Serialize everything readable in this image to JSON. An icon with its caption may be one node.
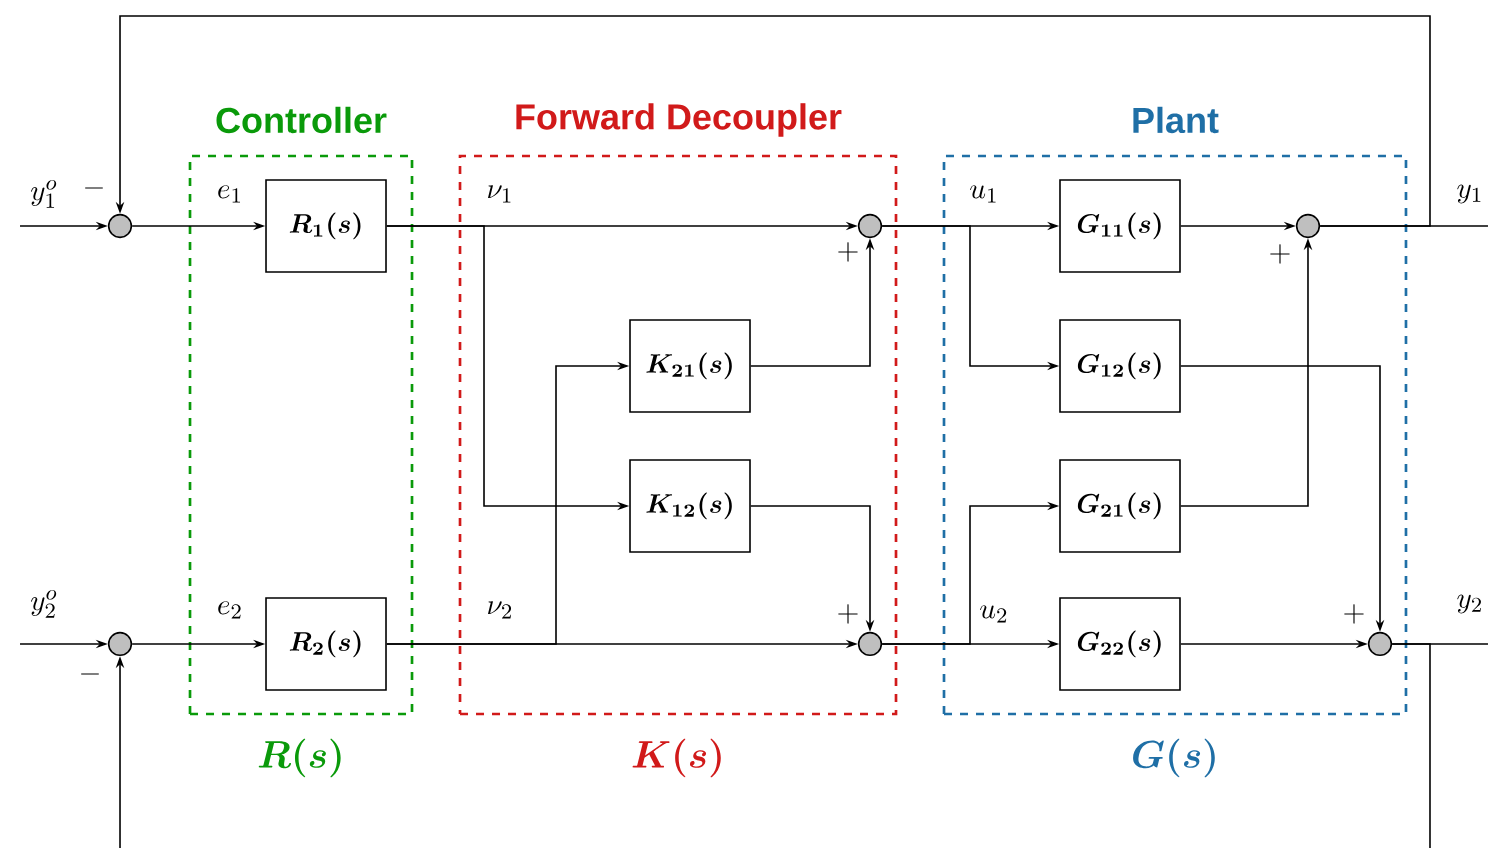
{
  "diagram": {
    "nodes": [
      {
        "text": [
          "Controller",
          "R(s)"
        ]
      },
      {
        "text": [
          "Forward Decoupler",
          "K(s)"
        ]
      },
      {
        "text": [
          "Plant",
          "G(s)"
        ]
      },
      {
        "text": [],
        "shape": "circle",
        "beside": [
          "-"
        ]
      },
      {
        "text": [],
        "shape": "circle",
        "beside": [
          "-"
        ]
      },
      {
        "text": [
          "R_1(s)"
        ],
        "in": 0
      },
      {
        "text": [
          "R_2(s)"
        ],
        "in": 0
      },
      {
        "text": [
          "K_{21}(s)"
        ],
        "in": 1
      },
      {
        "text": [
          "K_{12}(s)"
        ],
        "in": 1
      },
      {
        "text": [],
        "shape": "circle",
        "in": 1,
        "beside": [
          "+"
        ]
      },
      {
        "text": [],
        "shape": "circle",
        "in": 1,
        "beside": [
          "+"
        ]
      },
      {
        "text": [
          "G_{11}(s)"
        ],
        "in": 2
      },
      {
        "text": [
          "G_{12}(s)"
        ],
        "in": 2
      },
      {
        "text": [
          "G_{21}(s)"
        ],
        "in": 2
      },
      {
        "text": [
          "G_{22}(s)"
        ],
        "in": 2
      },
      {
        "text": [],
        "shape": "circle",
        "in": 2,
        "beside": [
          "+"
        ]
      },
      {
        "text": [],
        "shape": "circle",
        "in": 2,
        "beside": [
          "+"
        ]
      }
    ],
    "edges": [
      {
        "from": null,
        "to": 3,
        "arrow": "to",
        "label": "y_1^o"
      },
      {
        "from": null,
        "to": 4,
        "arrow": "to",
        "label": "y_2^o"
      },
      {
        "from": 3,
        "to": 5,
        "arrow": "to",
        "label": "e_1"
      },
      {
        "from": 4,
        "to": 6,
        "arrow": "to",
        "label": "e_2"
      },
      {
        "from": 5,
        "to": 9,
        "arrow": "to",
        "label": "\\nu_1"
      },
      {
        "from": 5,
        "to": 8,
        "arrow": "to"
      },
      {
        "from": 6,
        "to": 10,
        "arrow": "to",
        "label": "\\nu_2"
      },
      {
        "from": 6,
        "to": 7,
        "arrow": "to"
      },
      {
        "from": 7,
        "to": 9,
        "arrow": "to"
      },
      {
        "from": 8,
        "to": 10,
        "arrow": "to"
      },
      {
        "from": 9,
        "to": 11,
        "arrow": "to",
        "label": "u_1"
      },
      {
        "from": 9,
        "to": 12,
        "arrow": "to"
      },
      {
        "from": 10,
        "to": 14,
        "arrow": "to",
        "label": "u_2"
      },
      {
        "from": 10,
        "to": 13,
        "arrow": "to"
      },
      {
        "from": 11,
        "to": 15,
        "arrow": "to"
      },
      {
        "from": 12,
        "to": 16,
        "arrow": "to"
      },
      {
        "from": 13,
        "to": 15,
        "arrow": "to"
      },
      {
        "from": 14,
        "to": 16,
        "arrow": "to"
      },
      {
        "from": 15,
        "to": null,
        "arrow": "none",
        "label": "y_1"
      },
      {
        "from": 15,
        "to": 3,
        "arrow": "to"
      },
      {
        "from": 16,
        "to": null,
        "arrow": "none",
        "label": "y_2"
      },
      {
        "from": 16,
        "to": 4,
        "arrow": "to"
      }
    ]
  }
}
